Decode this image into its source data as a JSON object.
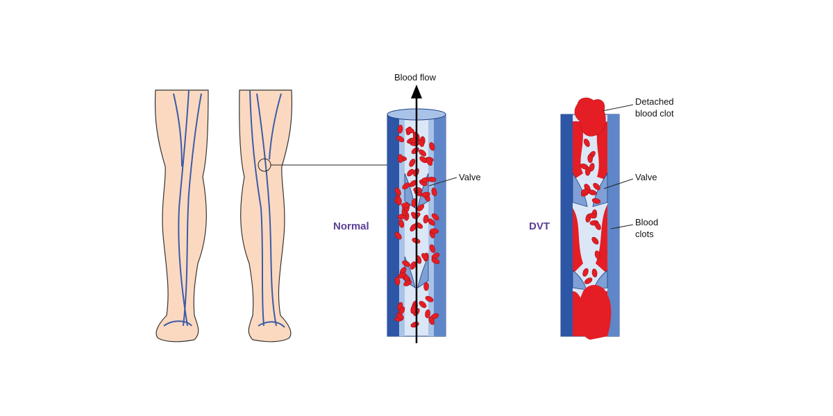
{
  "labels": {
    "blood_flow": "Blood flow",
    "normal": "Normal",
    "dvt": "DVT",
    "valve_normal": "Valve",
    "valve_dvt": "Valve",
    "detached_line1": "Detached",
    "detached_line2": "blood clot",
    "clots_line1": "Blood",
    "clots_line2": "clots"
  },
  "colors": {
    "skin": "#fbd9c0",
    "vein": "#3b5ba8",
    "wall_dark": "#2e56a6",
    "wall_light": "#a9c3e8",
    "lumen": "#dbe7f6",
    "blood": "#e51e25",
    "title": "#5b3f93"
  }
}
